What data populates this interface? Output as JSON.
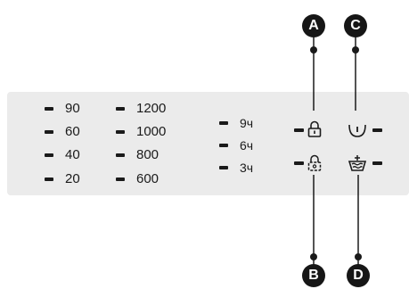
{
  "temperatures": [
    "90",
    "60",
    "40",
    "20"
  ],
  "spin_speeds": [
    "1200",
    "1000",
    "800",
    "600"
  ],
  "delay_options": [
    "9ч",
    "6ч",
    "3ч"
  ],
  "indicators": [
    {
      "letter": "A",
      "icon": "lock-icon"
    },
    {
      "letter": "B",
      "icon": "child-lock-icon"
    },
    {
      "letter": "C",
      "icon": "basin-icon"
    },
    {
      "letter": "D",
      "icon": "prewash-basin-icon"
    }
  ]
}
